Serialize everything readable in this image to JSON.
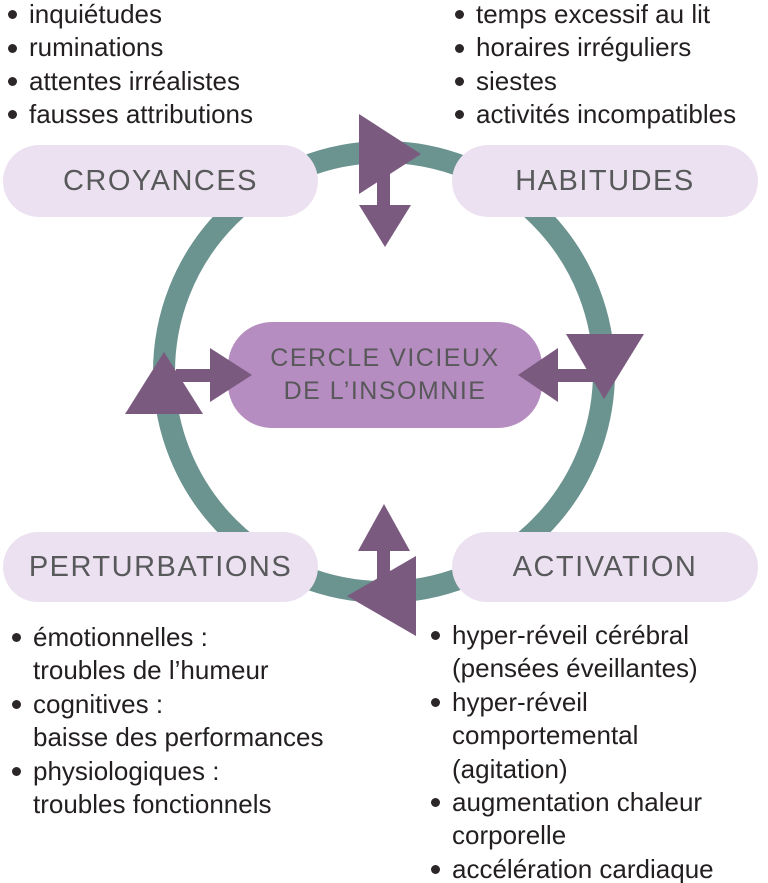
{
  "center": {
    "line1": "CERCLE VICIEUX",
    "line2": "DE L’INSOMNIE"
  },
  "nodes": {
    "croyances": {
      "label": "CROYANCES"
    },
    "habitudes": {
      "label": "HABITUDES"
    },
    "perturbations": {
      "label": "PERTURBATIONS"
    },
    "activation": {
      "label": "ACTIVATION"
    }
  },
  "lists": {
    "top_left": {
      "items": [
        {
          "text": "inquiétudes",
          "bullet": "dark"
        },
        {
          "text": "ruminations",
          "bullet": "dark"
        },
        {
          "text": "attentes irréalistes",
          "bullet": "dark"
        },
        {
          "text": "fausses attributions",
          "bullet": "dark"
        }
      ]
    },
    "top_right": {
      "items": [
        {
          "text": "temps excessif au lit",
          "bullet": "dark"
        },
        {
          "text": "horaires irréguliers",
          "bullet": "dark"
        },
        {
          "text": "siestes",
          "bullet": "dark"
        },
        {
          "text": "activités incompatibles",
          "bullet": "dark"
        }
      ]
    },
    "bottom_left": {
      "items": [
        {
          "text": "émotionnelles :",
          "bullet": "dark"
        },
        {
          "text": "troubles de l’humeur",
          "bullet": "white"
        },
        {
          "text": "cognitives :",
          "bullet": "dark"
        },
        {
          "text": "baisse des performances",
          "bullet": "white"
        },
        {
          "text": "physiologiques :",
          "bullet": "dark"
        },
        {
          "text": "troubles fonctionnels",
          "bullet": "white"
        }
      ]
    },
    "bottom_right": {
      "items": [
        {
          "text": "hyper-réveil cérébral",
          "bullet": "dark"
        },
        {
          "text": "(pensées éveillantes)",
          "bullet": "white"
        },
        {
          "text": "hyper-réveil",
          "bullet": "dark"
        },
        {
          "text": "comportemental",
          "bullet": "white"
        },
        {
          "text": "(agitation)",
          "bullet": "white"
        },
        {
          "text": "augmentation chaleur",
          "bullet": "dark"
        },
        {
          "text": "corporelle",
          "bullet": "white"
        },
        {
          "text": "accélération cardiaque",
          "bullet": "dark"
        }
      ]
    }
  },
  "colors": {
    "circle_teal": "#6b938f",
    "arrow_purple": "#7b5a80",
    "outer_pill_bg": "#ece1f0",
    "center_pill_bg": "#b58dc0",
    "pill_label_text": "#58595b",
    "body_text": "#231f20"
  }
}
